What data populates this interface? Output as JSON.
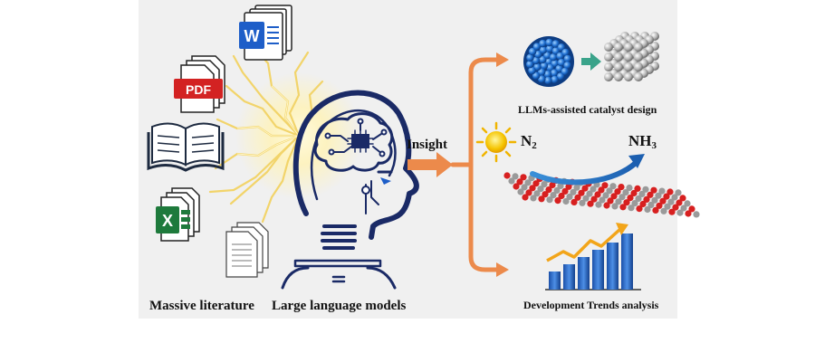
{
  "figure": {
    "left_caption": "Massive literature",
    "center_caption": "Large language models",
    "arrow_label": "Insight",
    "outcomes": [
      "LLMs-assisted catalyst design",
      "Development Trends analysis"
    ],
    "reaction": {
      "reactant": "N",
      "reactant_sub": "2",
      "product": "NH",
      "product_sub": "3"
    },
    "document_icons": {
      "word_letter": "W",
      "pdf_label": "PDF",
      "excel_letter": "X"
    }
  }
}
